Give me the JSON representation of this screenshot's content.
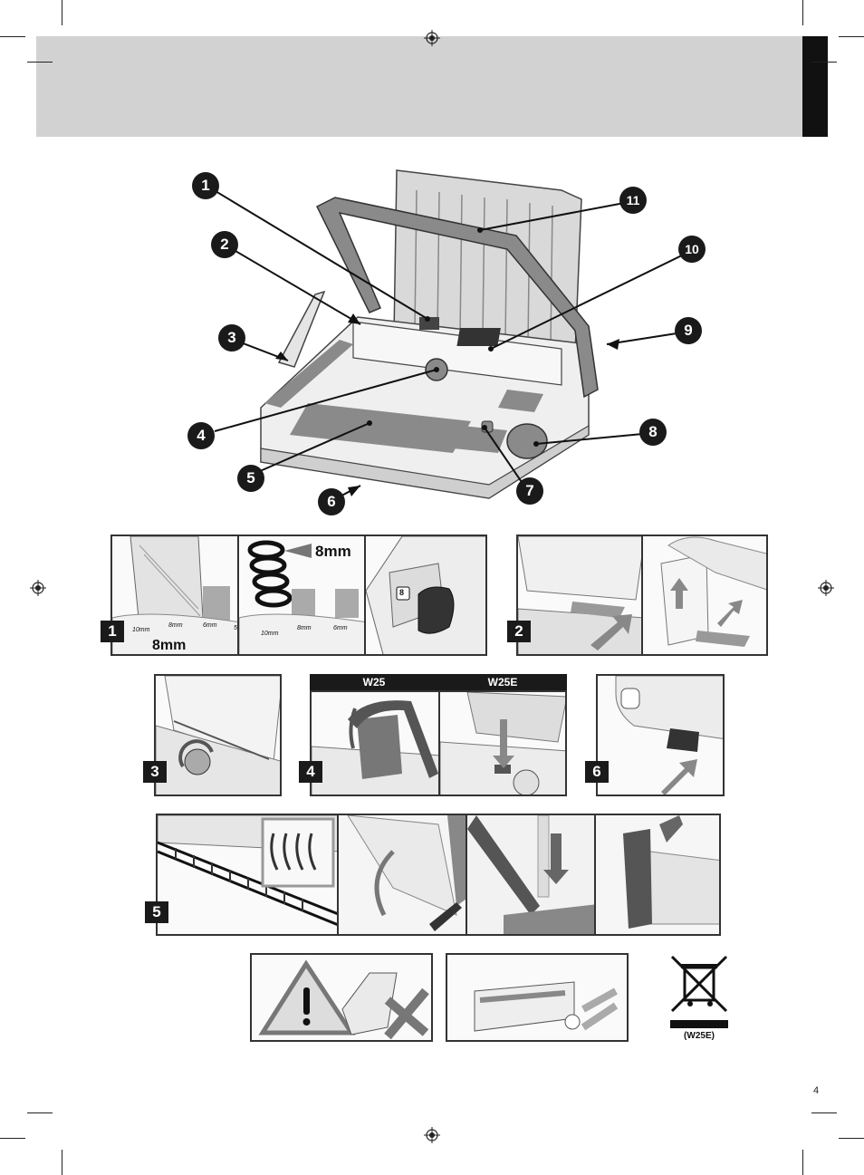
{
  "callouts": [
    "1",
    "2",
    "3",
    "4",
    "5",
    "6",
    "7",
    "8",
    "9",
    "10",
    "11"
  ],
  "steps": {
    "s1": "1",
    "s2": "2",
    "s3": "3",
    "s4": "4",
    "s5": "5",
    "s6": "6"
  },
  "step1": {
    "size_label": "8mm",
    "coil_label": "8mm",
    "ticks": [
      "10mm",
      "8mm",
      "6mm",
      "5"
    ],
    "ticks_b": [
      "10mm",
      "8mm",
      "6mm"
    ],
    "dial_value": "8"
  },
  "step4": {
    "model_a": "W25",
    "model_b": "W25E"
  },
  "weee": {
    "label": "(W25E)"
  },
  "page_number": "4",
  "colors": {
    "header": "#d2d2d2",
    "badge": "#1a1a1a",
    "machine_grey": "#8a8a8a"
  }
}
